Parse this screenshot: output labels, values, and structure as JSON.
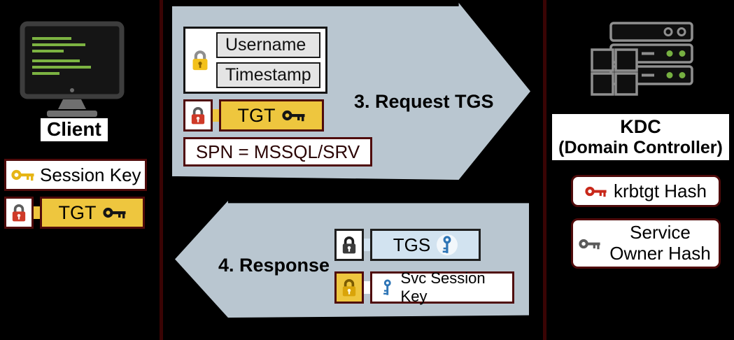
{
  "colors": {
    "background": "#000000",
    "arrow_fill": "#b9c6d0",
    "maroon_border": "#4f0b0b",
    "divider": "#3a0404",
    "gold_fill": "#eec63e",
    "light_blue_fill": "#d2e3f0",
    "terminal_green": "#7cb342",
    "status_green": "#76b041",
    "lock_red": "#cf3a28",
    "lock_yellow": "#f3c11b",
    "key_blue": "#2e75b6"
  },
  "client": {
    "label": "Client",
    "session_key_label": "Session Key",
    "tgt_label": "TGT"
  },
  "request": {
    "title": "3. Request TGS",
    "username_label": "Username",
    "timestamp_label": "Timestamp",
    "tgt_label": "TGT",
    "spn_label": "SPN = MSSQL/SRV"
  },
  "response": {
    "title": "4. Response",
    "tgs_label": "TGS",
    "svc_session_key_label": "Svc Session Key"
  },
  "kdc": {
    "title": "KDC",
    "subtitle": "(Domain Controller)",
    "krbtgt_hash_label": "krbtgt Hash",
    "service_owner_hash_label": "Service Owner Hash"
  },
  "icons": {
    "client_device": "monitor-icon",
    "kdc_server": "server-icon",
    "encryption_marker": "padlock-icon",
    "credential_marker": "key-icon"
  }
}
